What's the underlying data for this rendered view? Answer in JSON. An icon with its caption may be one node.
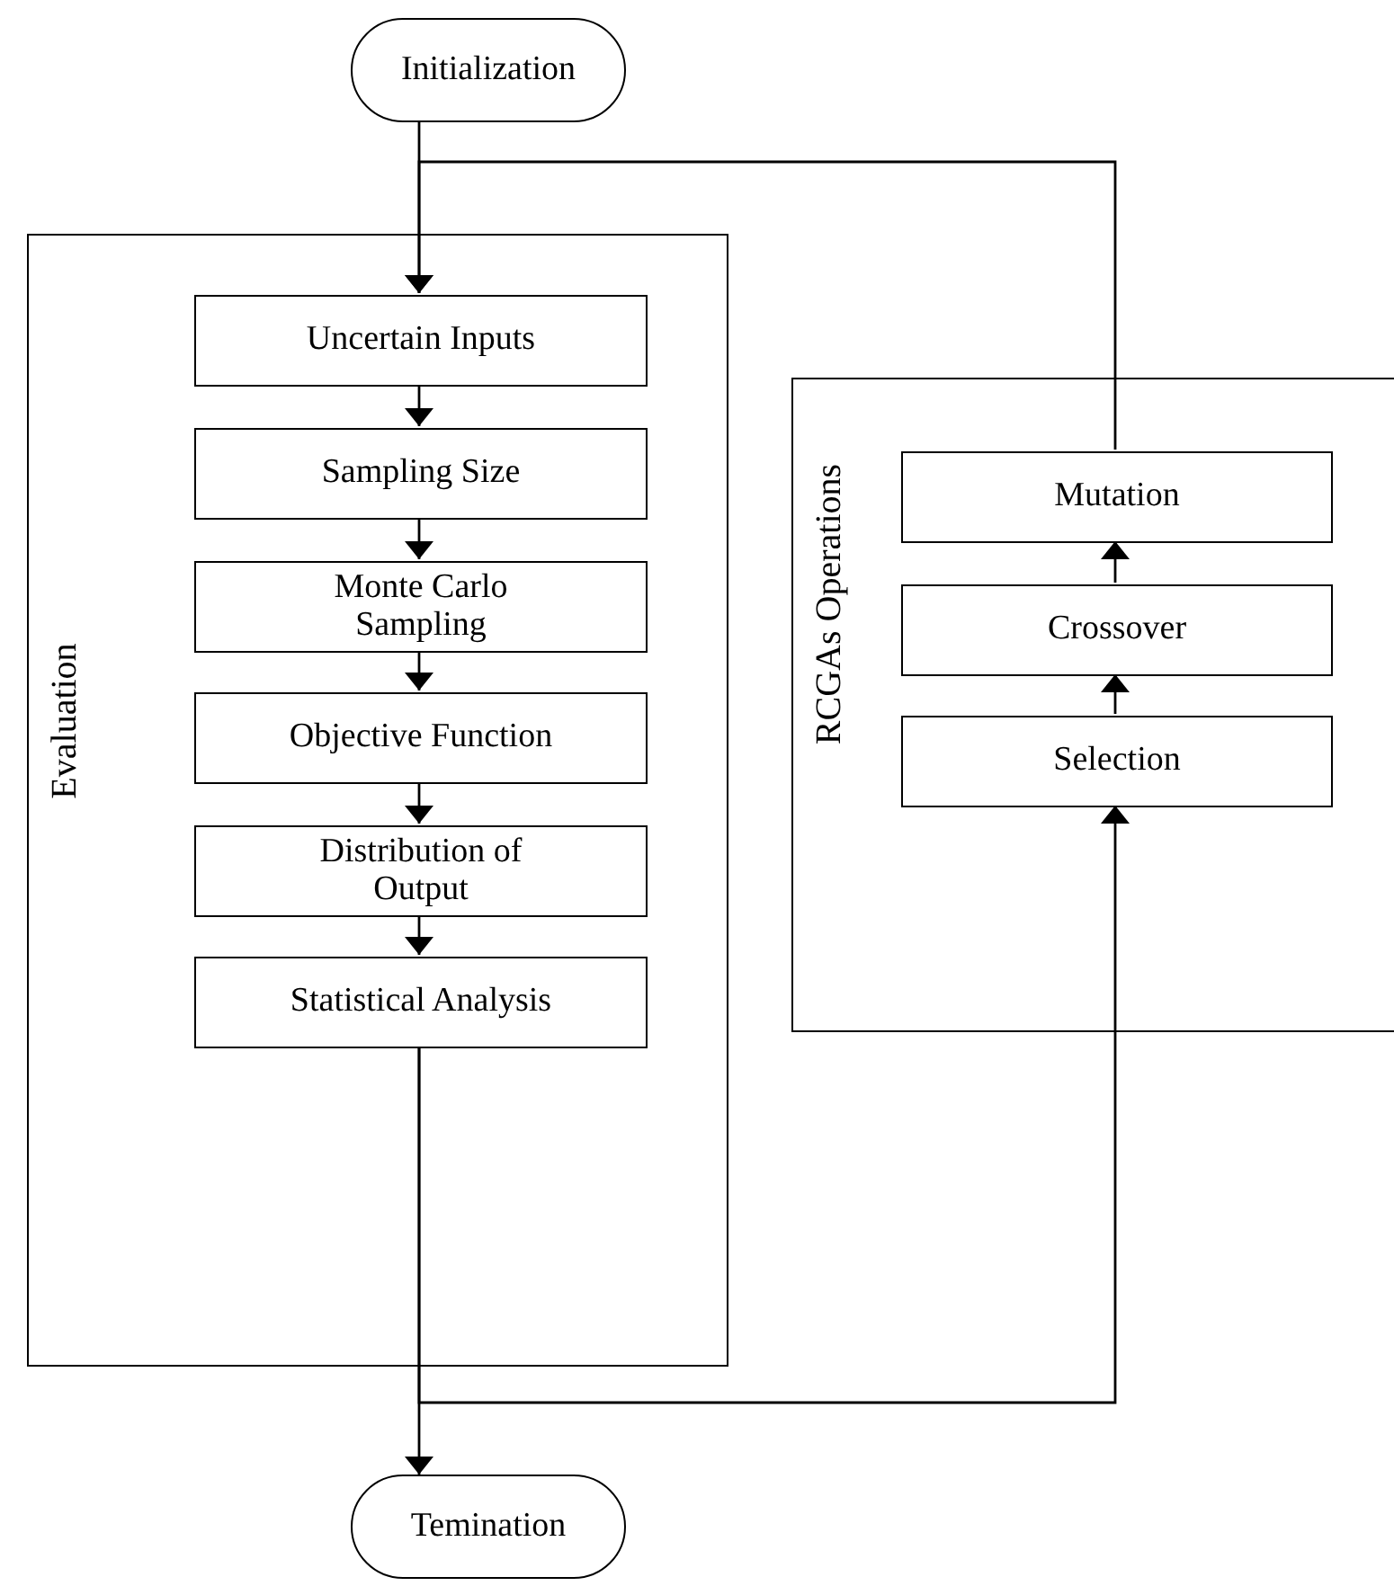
{
  "diagram": {
    "nodes": [
      {
        "text": [
          "Initialization"
        ]
      },
      {
        "text": [
          "Evaluation"
        ]
      },
      {
        "text": [
          "Uncertain Inputs"
        ],
        "in": 1
      },
      {
        "text": [
          "Sampling Size"
        ],
        "in": 1
      },
      {
        "text": [
          "Monte Carlo Sampling"
        ],
        "in": 1
      },
      {
        "text": [
          "Objective Function"
        ],
        "in": 1
      },
      {
        "text": [
          "Distribution of Output"
        ],
        "in": 1
      },
      {
        "text": [
          "Statistical Analysis"
        ],
        "in": 1
      },
      {
        "text": [
          "RCGAs Operations"
        ]
      },
      {
        "text": [
          "Mutation"
        ],
        "in": 8
      },
      {
        "text": [
          "Crossover"
        ],
        "in": 8
      },
      {
        "text": [
          "Selection"
        ],
        "in": 8
      },
      {
        "text": [
          "Temination"
        ]
      }
    ],
    "edges": [
      {
        "from": 0,
        "to": 2,
        "arrow": "to"
      },
      {
        "from": 2,
        "to": 3,
        "arrow": "to"
      },
      {
        "from": 3,
        "to": 4,
        "arrow": "to"
      },
      {
        "from": 4,
        "to": 5,
        "arrow": "to"
      },
      {
        "from": 5,
        "to": 6,
        "arrow": "to"
      },
      {
        "from": 6,
        "to": 7,
        "arrow": "to"
      },
      {
        "from": 7,
        "to": 12,
        "arrow": "to"
      },
      {
        "from": 7,
        "to": 11,
        "arrow": "to"
      },
      {
        "from": 11,
        "to": 10,
        "arrow": "to"
      },
      {
        "from": 10,
        "to": 9,
        "arrow": "to"
      },
      {
        "from": 9,
        "to": 2,
        "arrow": "to"
      }
    ]
  }
}
